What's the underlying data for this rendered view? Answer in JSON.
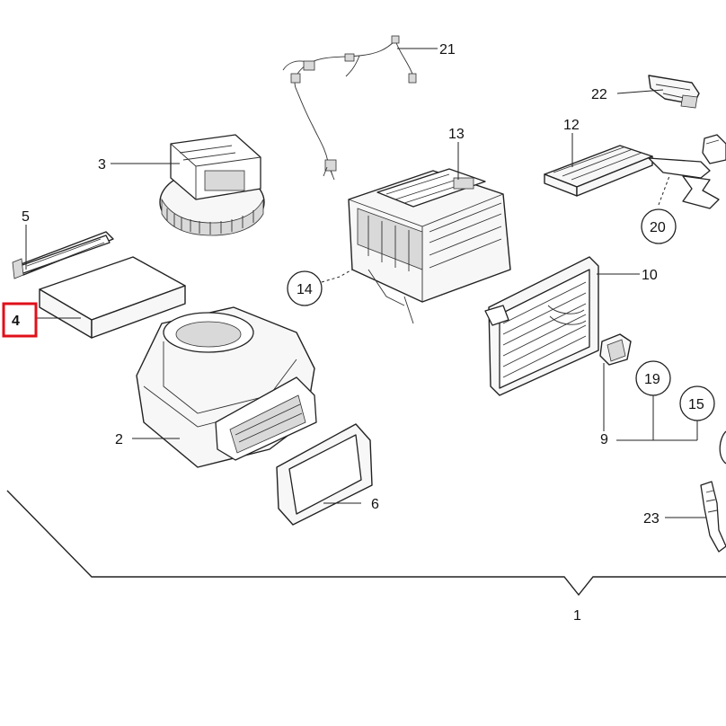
{
  "diagram": {
    "callouts": {
      "c1": "1",
      "c2": "2",
      "c3": "3",
      "c4": "4",
      "c5": "5",
      "c6": "6",
      "c9": "9",
      "c10": "10",
      "c12": "12",
      "c13": "13",
      "c14": "14",
      "c15": "15",
      "c19": "19",
      "c20": "20",
      "c21": "21",
      "c22": "22",
      "c23": "23"
    },
    "highlighted_callout": "4",
    "highlight_color": "#e0101a"
  }
}
